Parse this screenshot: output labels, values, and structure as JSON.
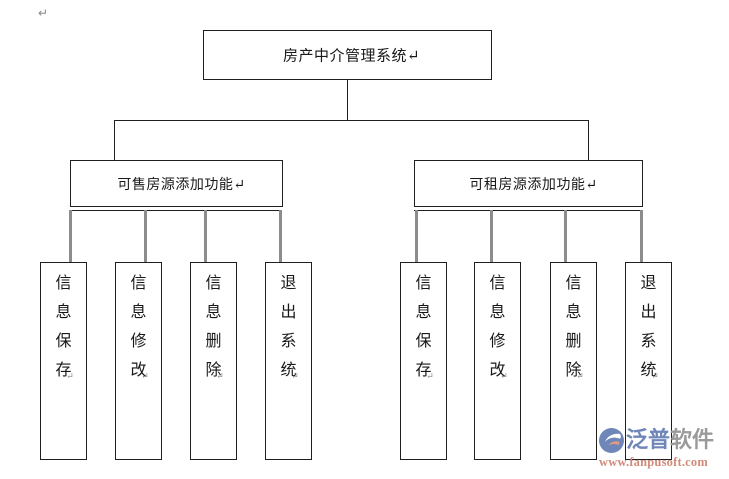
{
  "document": {
    "type": "hierarchy-diagram",
    "background_color": "#ffffff",
    "box_border_color": "#1f1f1f",
    "connector_color_primary": "#1f1f1f",
    "connector_color_secondary": "#8c8c8c",
    "stray_paragraph_mark": "↵"
  },
  "diagram": {
    "root": {
      "label": "房产中介管理系统↵"
    },
    "branches": [
      {
        "id": "sale",
        "label": "可售房源添加功能↵",
        "leaves": [
          {
            "id": "s-save",
            "chars": [
              "信",
              "息",
              "保",
              "存"
            ],
            "mark": "↵",
            "text": "信息保存↵"
          },
          {
            "id": "s-edit",
            "chars": [
              "信",
              "息",
              "修",
              "改"
            ],
            "mark": "↵",
            "text": "信息修改↵"
          },
          {
            "id": "s-del",
            "chars": [
              "信",
              "息",
              "删",
              "除"
            ],
            "mark": "↵",
            "text": "信息删除↵"
          },
          {
            "id": "s-exit",
            "chars": [
              "退",
              "出",
              "系",
              "统"
            ],
            "mark": "↵",
            "text": "退出系统↵"
          }
        ]
      },
      {
        "id": "rent",
        "label": "可租房源添加功能↵",
        "leaves": [
          {
            "id": "r-save",
            "chars": [
              "信",
              "息",
              "保",
              "存"
            ],
            "mark": "↵",
            "text": "信息保存↵"
          },
          {
            "id": "r-edit",
            "chars": [
              "信",
              "息",
              "修",
              "改"
            ],
            "mark": "↵",
            "text": "信息修改↵"
          },
          {
            "id": "r-del",
            "chars": [
              "信",
              "息",
              "删",
              "除"
            ],
            "mark": "↵",
            "text": "信息删除↵"
          },
          {
            "id": "r-exit",
            "chars": [
              "退",
              "出",
              "系",
              "统"
            ],
            "mark": "↵",
            "text": "退出系统↵"
          }
        ]
      }
    ]
  },
  "watermark": {
    "brand_part_1": "泛普",
    "brand_part_2": "软件",
    "url": "www.fanpusoft.com",
    "brand_color_1": "#6f86b8",
    "brand_color_2": "#9a9a9a",
    "url_color": "#d28b7a"
  }
}
